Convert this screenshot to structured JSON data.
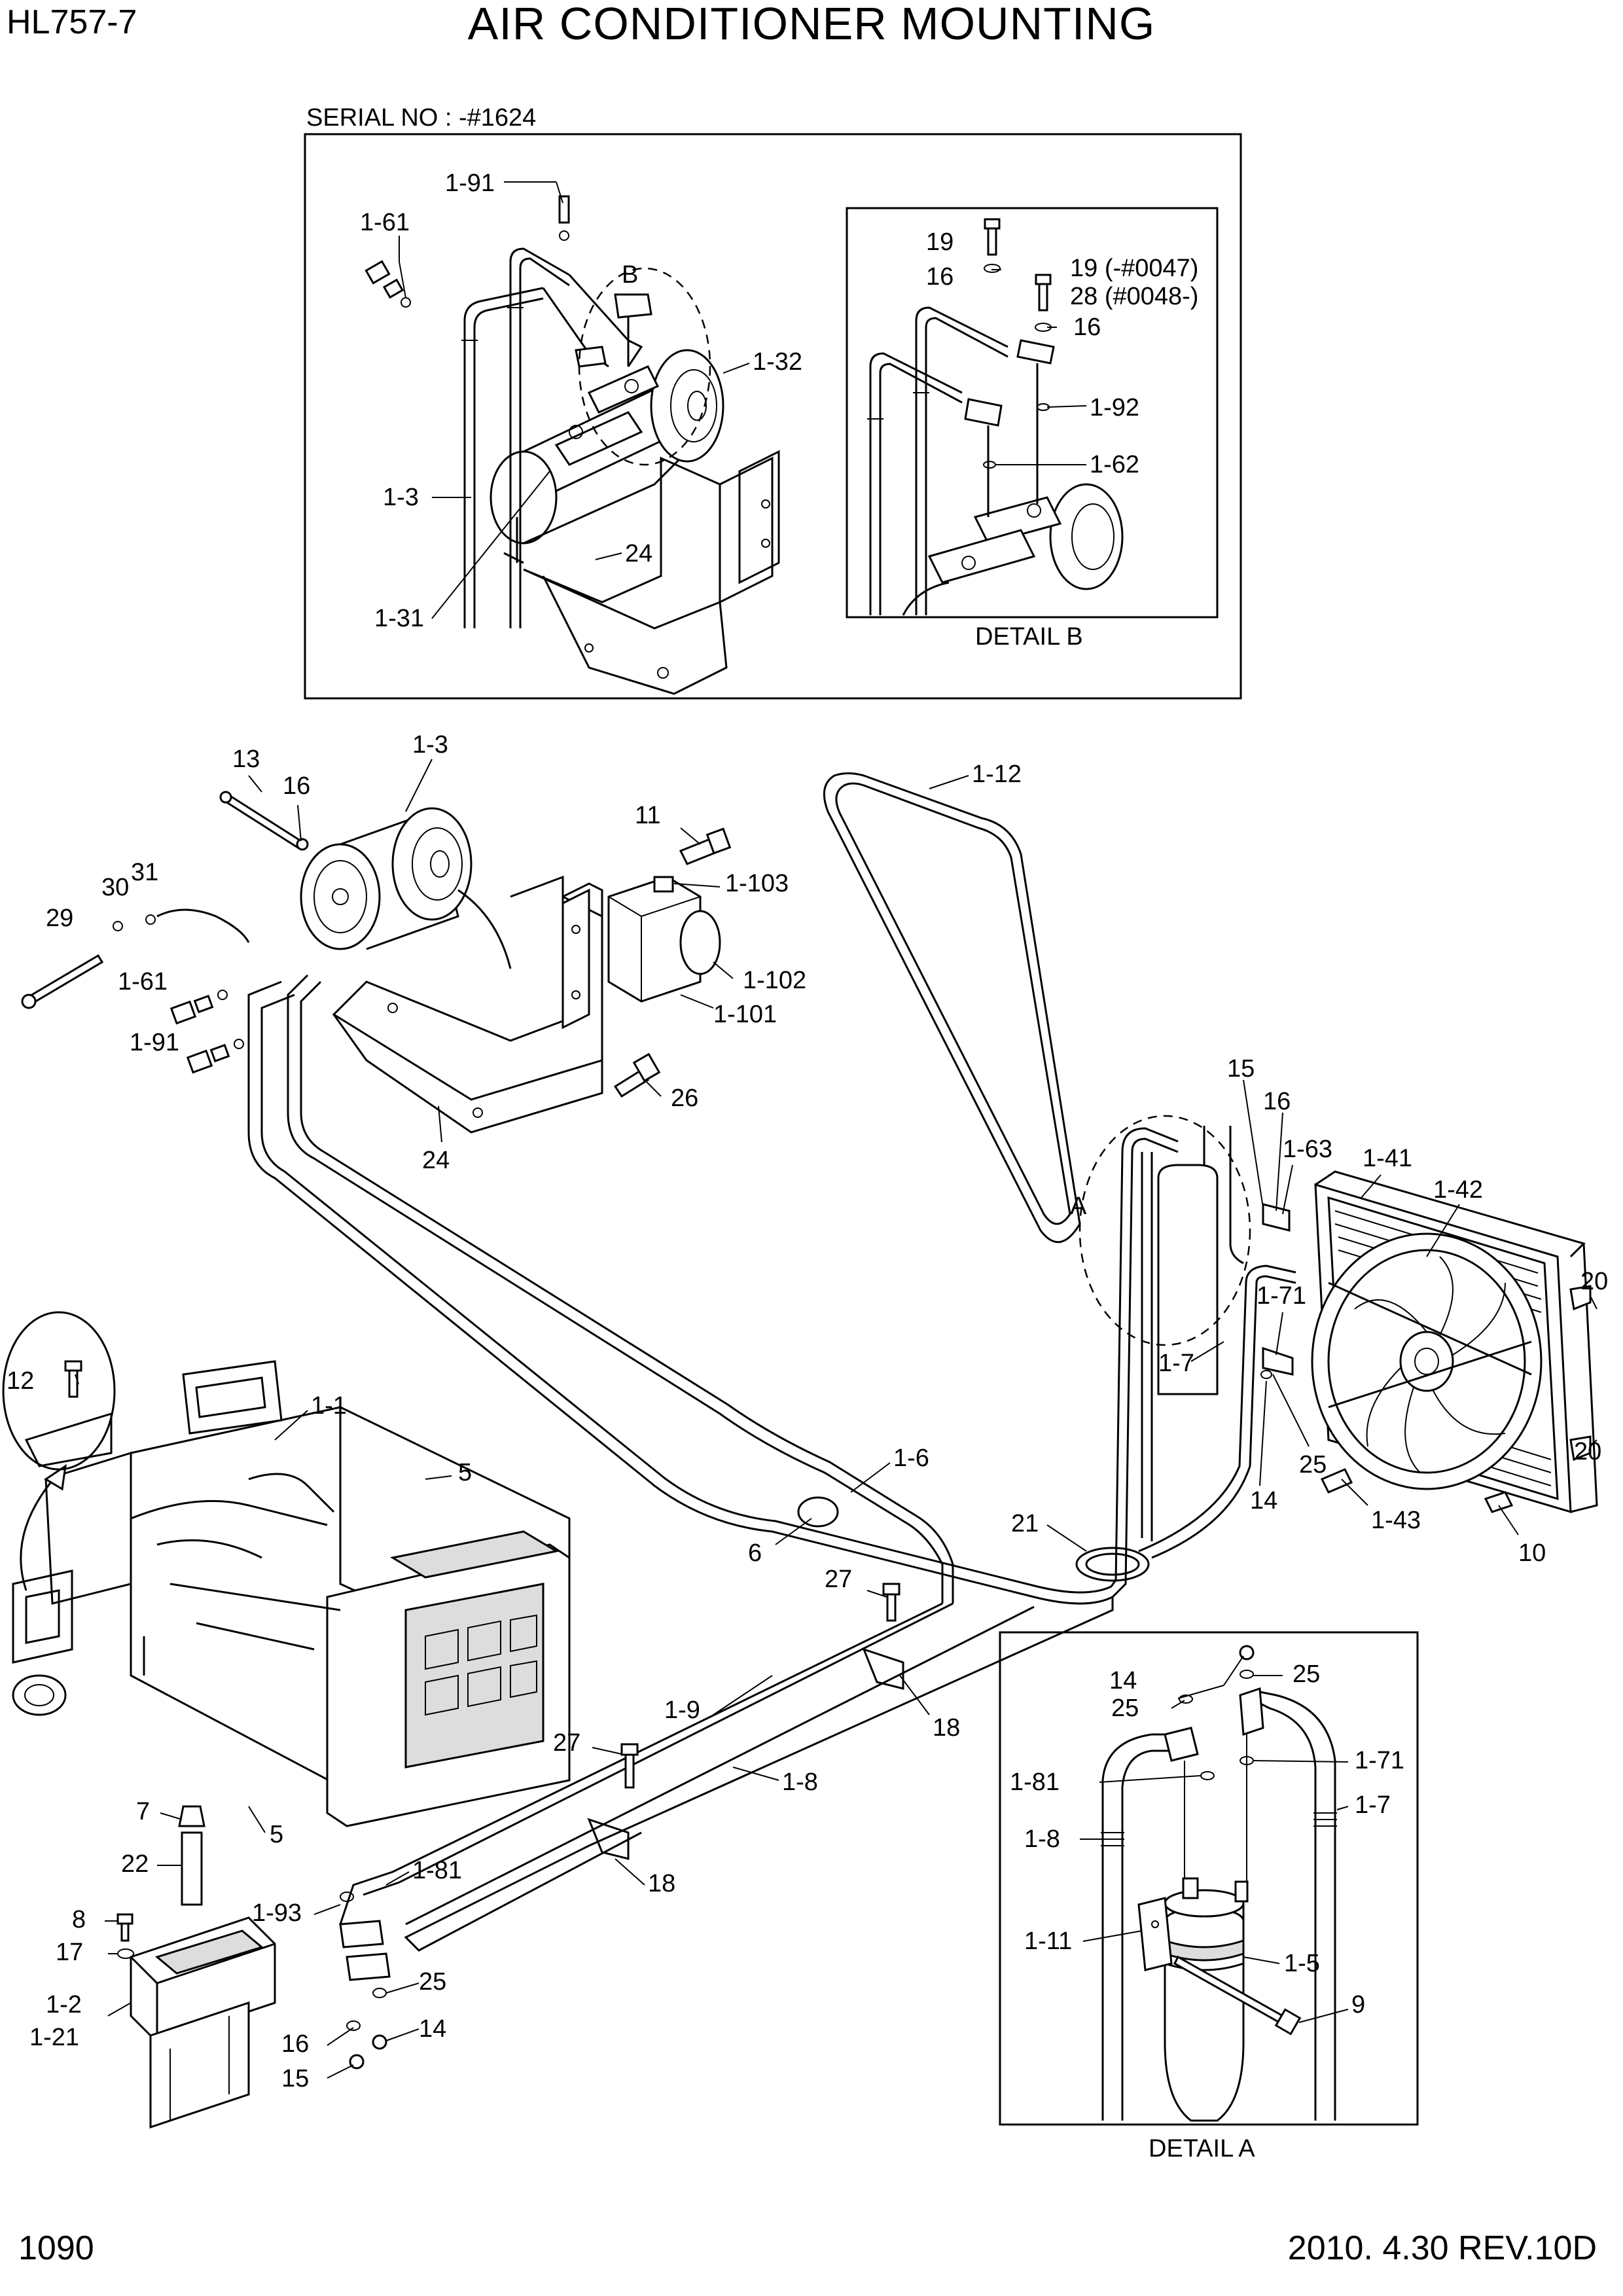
{
  "header": {
    "model_code": "HL757-7",
    "title": "AIR CONDITIONER MOUNTING"
  },
  "inset_top": {
    "serial_caption": "SERIAL NO : -#1624",
    "detail_b_caption": "DETAIL B",
    "detail_b_marker": "B",
    "labels": {
      "l1_91": "1-91",
      "l1_61": "1-61",
      "l1_32": "1-32",
      "l1_3": "1-3",
      "l24": "24",
      "l1_31": "1-31"
    },
    "detail_b_labels": {
      "l19": "19",
      "l16a": "16",
      "l19_note": "19 (-#0047)",
      "l28_note": "28 (#0048-)",
      "l16b": "16",
      "l1_92": "1-92",
      "l1_62": "1-62"
    }
  },
  "main": {
    "detail_a_marker": "A",
    "labels": {
      "l13": "13",
      "l16_top": "16",
      "l1_3": "1-3",
      "l11": "11",
      "l1_103": "1-103",
      "l30": "30",
      "l31": "31",
      "l29": "29",
      "l1_61": "1-61",
      "l1_91": "1-91",
      "l1_102": "1-102",
      "l1_101": "1-101",
      "l26": "26",
      "l24": "24",
      "l1_12": "1-12",
      "l15": "15",
      "l16_r": "16",
      "l1_63": "1-63",
      "l1_41": "1-41",
      "l1_42": "1-42",
      "l20a": "20",
      "l1_71": "1-71",
      "l1_7": "1-7",
      "l20b": "20",
      "l25": "25",
      "l14": "14",
      "l1_43": "1-43",
      "l10": "10",
      "l12": "12",
      "l1_1": "1-1",
      "l5a": "5",
      "l1_6": "1-6",
      "l6": "6",
      "l21": "21",
      "l27a": "27",
      "l18a": "18",
      "l1_9": "1-9",
      "l1_8": "1-8",
      "l27b": "27",
      "l7": "7",
      "l5b": "5",
      "l22": "22",
      "l1_81": "1-81",
      "l1_93": "1-93",
      "l18b": "18",
      "l8": "8",
      "l17": "17",
      "l1_2": "1-2",
      "l1_21": "1-21",
      "l25b": "25",
      "l16b": "16",
      "l14b": "14",
      "l15b": "15"
    }
  },
  "detail_a": {
    "caption": "DETAIL A",
    "labels": {
      "l14": "14",
      "l25a": "25",
      "l25b": "25",
      "l1_81": "1-81",
      "l1_71": "1-71",
      "l1_8": "1-8",
      "l1_7": "1-7",
      "l1_11": "1-11",
      "l1_5": "1-5",
      "l9": "9"
    }
  },
  "footer": {
    "page_number": "1090",
    "revision": "2010. 4.30  REV.10D"
  }
}
